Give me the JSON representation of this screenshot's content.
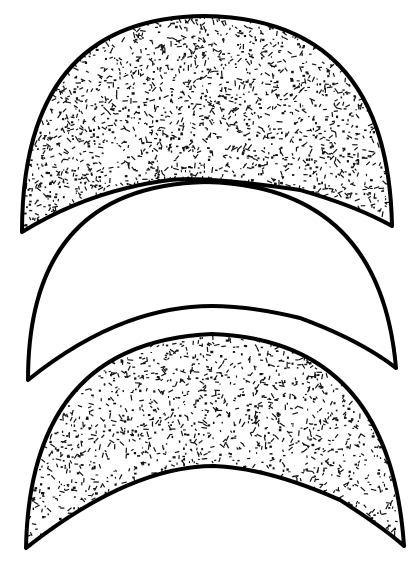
{
  "figure": {
    "shapes": [
      {
        "name": "top-crescent",
        "fill": "stippled"
      },
      {
        "name": "middle-crescent",
        "fill": "plain"
      },
      {
        "name": "bottom-crescent",
        "fill": "stippled"
      }
    ],
    "colors": {
      "stroke": "#000000",
      "plain_fill": "#ffffff",
      "stipple_dots": "#111111",
      "background": "#ffffff"
    }
  }
}
